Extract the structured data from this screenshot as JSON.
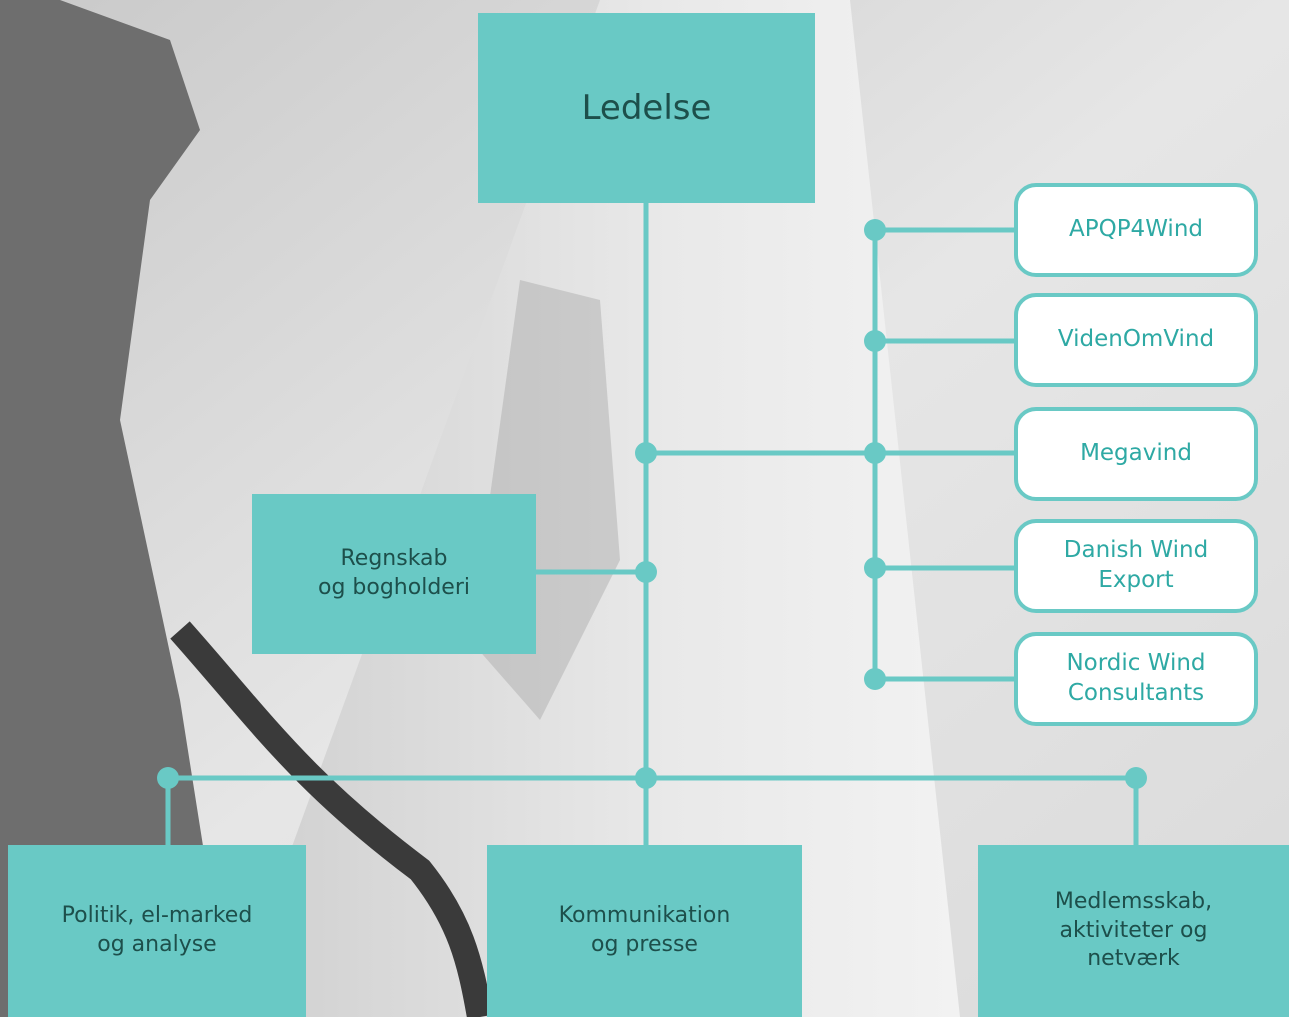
{
  "colors": {
    "teal": "#69c9c5",
    "dark_text": "#1d4f4b",
    "pill_text": "#2ea9a4",
    "pill_bg": "#ffffff"
  },
  "nodes": {
    "top": {
      "label": "Ledelse"
    },
    "accounting": {
      "label": "Regnskab\nog bogholderi"
    },
    "politics": {
      "label": "Politik, el-marked\nog  analyse"
    },
    "communication": {
      "label": "Kommunikation\nog presse"
    },
    "membership": {
      "label": "Medlemsskab,\naktiviteter og\nnetværk"
    }
  },
  "subsidiaries": [
    {
      "label": "APQP4Wind"
    },
    {
      "label": "VidenOmVind"
    },
    {
      "label": "Megavind"
    },
    {
      "label": "Danish Wind\nExport"
    },
    {
      "label": "Nordic Wind\nConsultants"
    }
  ]
}
